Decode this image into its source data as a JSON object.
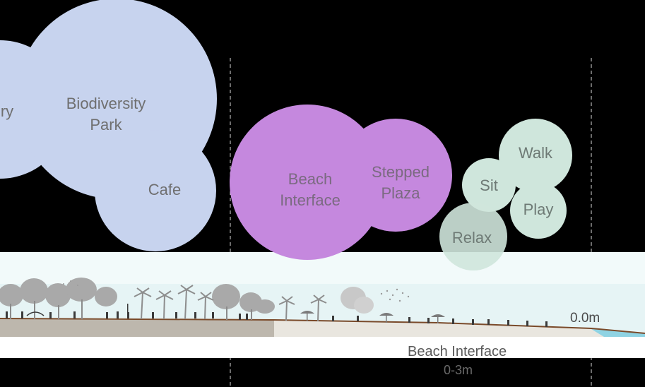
{
  "colors": {
    "background": "#000000",
    "blue_bubble": "#c7d3ee",
    "purple_bubble": "#c588de",
    "green_bubble": "#cfe6dc",
    "sky_band": "#e6f4f5",
    "ground_line": "#7a4a2a",
    "sand": "#e9e6df",
    "water": "#8fd3e3"
  },
  "bubbles": {
    "gallery_partial": "ry",
    "biodiversity_park": "Biodiversity\nPark",
    "cafe": "Cafe",
    "beach_interface": "Beach\nInterface",
    "stepped_plaza": "Stepped\nPlaza",
    "walk": "Walk",
    "sit": "Sit",
    "play": "Play",
    "relax": "Relax"
  },
  "section": {
    "elevation_label": "0.0m",
    "zone_title": "Beach Interface",
    "zone_range": "0-3m"
  }
}
